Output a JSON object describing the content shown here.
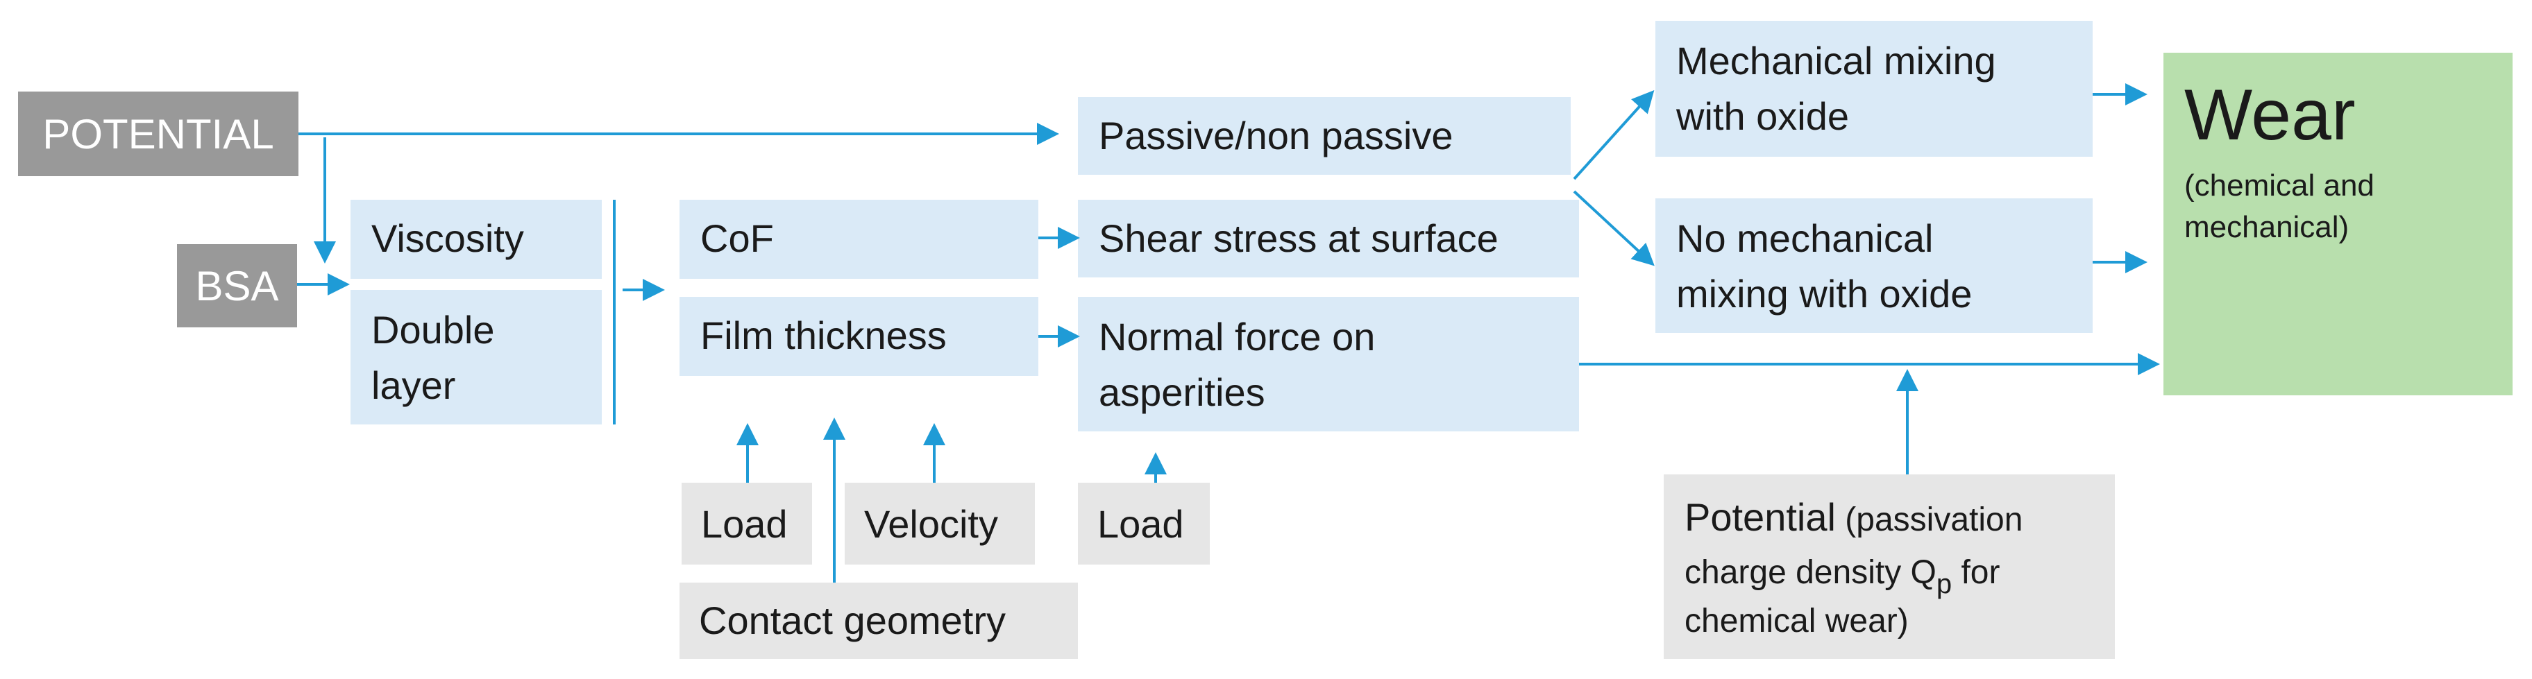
{
  "nodes": {
    "potential_top": "POTENTIAL",
    "bsa": "BSA",
    "viscosity": "Viscosity",
    "double_layer_1": "Double",
    "double_layer_2": "layer",
    "cof": "CoF",
    "film_thickness": "Film thickness",
    "load_1": "Load",
    "velocity": "Velocity",
    "contact_geometry": "Contact geometry",
    "passive": "Passive/non passive",
    "shear_stress": "Shear stress at surface",
    "normal_force_1": "Normal force on",
    "normal_force_2": "asperities",
    "load_2": "Load",
    "mech_mixing_1": "Mechanical mixing",
    "mech_mixing_2": "with oxide",
    "no_mech_mixing_1": "No mechanical",
    "no_mech_mixing_2": "mixing with oxide",
    "wear_title": "Wear",
    "wear_sub_1": "(chemical and",
    "wear_sub_2": "mechanical)",
    "potential_box": {
      "label": "Potential",
      "paren_1": " (passivation",
      "line_2_pre": "charge density Q",
      "line_2_sub": "p",
      "line_2_post": " for",
      "line_3": "chemical wear)"
    }
  },
  "colors": {
    "arrow": "#1f9bd6",
    "box_blue": "#daeaf7",
    "box_grey_dark": "#999999",
    "box_grey_light": "#e6e6e6",
    "box_green": "#b8dfad"
  }
}
